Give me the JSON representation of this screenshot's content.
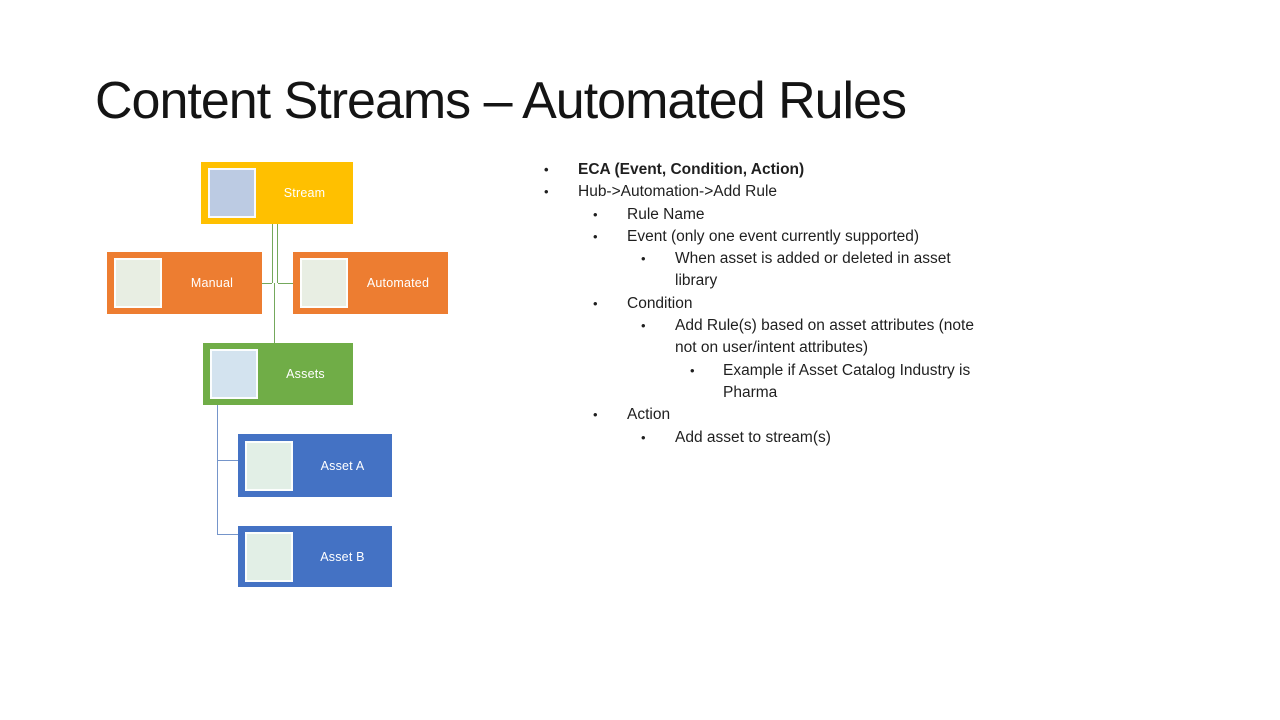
{
  "slide": {
    "title": "Content Streams – Automated Rules"
  },
  "colors": {
    "background": "#FFFFFF",
    "title_text": "#141414",
    "body_text": "#1F1F1F",
    "gold": "#FFC000",
    "orange": "#ED7D31",
    "green": "#70AD47",
    "blue": "#4472C4",
    "connector_green": "#74A85C",
    "connector_blue": "#7595CA",
    "node_label_text": "#FFFFFF"
  },
  "diagram": {
    "nodes": [
      {
        "id": "stream",
        "label": "Stream",
        "fill": "#FFC000",
        "inner_fill": "#BCCBE3"
      },
      {
        "id": "manual",
        "label": "Manual",
        "fill": "#ED7D31",
        "inner_fill": "#E8EEE3"
      },
      {
        "id": "automated",
        "label": "Automated",
        "fill": "#ED7D31",
        "inner_fill": "#E8EEE3"
      },
      {
        "id": "assets",
        "label": "Assets",
        "fill": "#70AD47",
        "inner_fill": "#D3E3EF"
      },
      {
        "id": "asset-a",
        "label": "Asset A",
        "fill": "#4472C4",
        "inner_fill": "#E2EFE6"
      },
      {
        "id": "asset-b",
        "label": "Asset B",
        "fill": "#4472C4",
        "inner_fill": "#E2EFE6"
      }
    ]
  },
  "bullets": [
    {
      "level": 1,
      "bold": true,
      "text": "ECA (Event, Condition, Action)"
    },
    {
      "level": 1,
      "bold": false,
      "text": "Hub->Automation->Add Rule"
    },
    {
      "level": 2,
      "bold": false,
      "text": "Rule Name"
    },
    {
      "level": 2,
      "bold": false,
      "text": "Event (only one event currently supported)"
    },
    {
      "level": 3,
      "bold": false,
      "text": "When asset is added or deleted in asset library"
    },
    {
      "level": 2,
      "bold": false,
      "text": "Condition"
    },
    {
      "level": 3,
      "bold": false,
      "text": "Add Rule(s) based on asset attributes (note not on user/intent attributes)"
    },
    {
      "level": 4,
      "bold": false,
      "text": "Example if Asset Catalog Industry is Pharma"
    },
    {
      "level": 2,
      "bold": false,
      "text": "Action"
    },
    {
      "level": 3,
      "bold": false,
      "text": "Add asset to stream(s)"
    }
  ]
}
